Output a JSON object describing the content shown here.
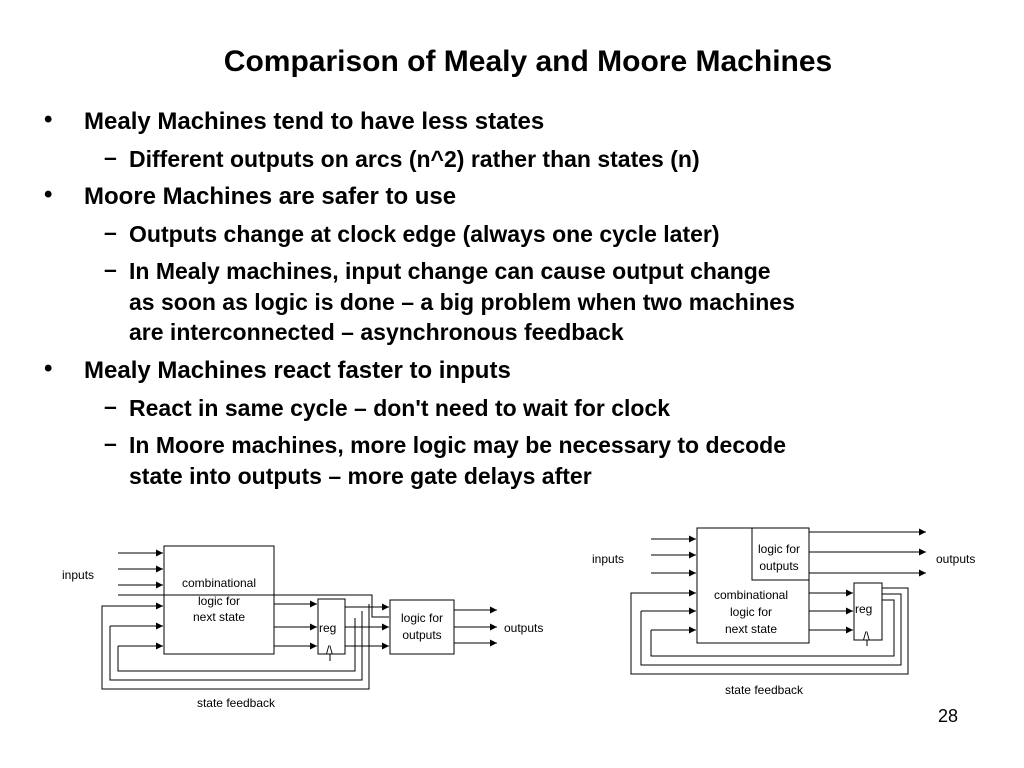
{
  "slide": {
    "title": "Comparison of Mealy and Moore Machines",
    "page_number": "28",
    "bullet_marker": "•",
    "dash_marker": "–"
  },
  "bullets": [
    "Mealy Machines tend to have less states",
    "Different outputs on arcs (n^2) rather than states (n)",
    "Moore Machines are safer to use",
    "Outputs change at clock edge (always one cycle later)",
    "In Mealy machines, input change can cause output change",
    "as soon as logic is done – a big problem when two machines",
    "are interconnected – asynchronous feedback",
    "Mealy Machines react faster to inputs",
    "React in same cycle – don't need to wait for clock",
    "In Moore machines, more logic may be necessary to decode",
    "state into  outputs – more gate delays after"
  ],
  "mealy_diagram": {
    "inputs_label": "inputs",
    "comb_line1": "combinational",
    "comb_line2": "logic for",
    "comb_line3": "next state",
    "reg_label": "reg",
    "clock_mark": "/\\",
    "out_logic_line1": "logic for",
    "out_logic_line2": "outputs",
    "outputs_label": "outputs",
    "feedback_label": "state feedback"
  },
  "moore_diagram": {
    "inputs_label": "inputs",
    "out_logic_line1": "logic for",
    "out_logic_line2": "outputs",
    "outputs_label": "outputs",
    "comb_line1": "combinational",
    "comb_line2": "logic for",
    "comb_line3": "next state",
    "reg_label": "reg",
    "clock_mark": "/\\",
    "feedback_label": "state feedback"
  }
}
